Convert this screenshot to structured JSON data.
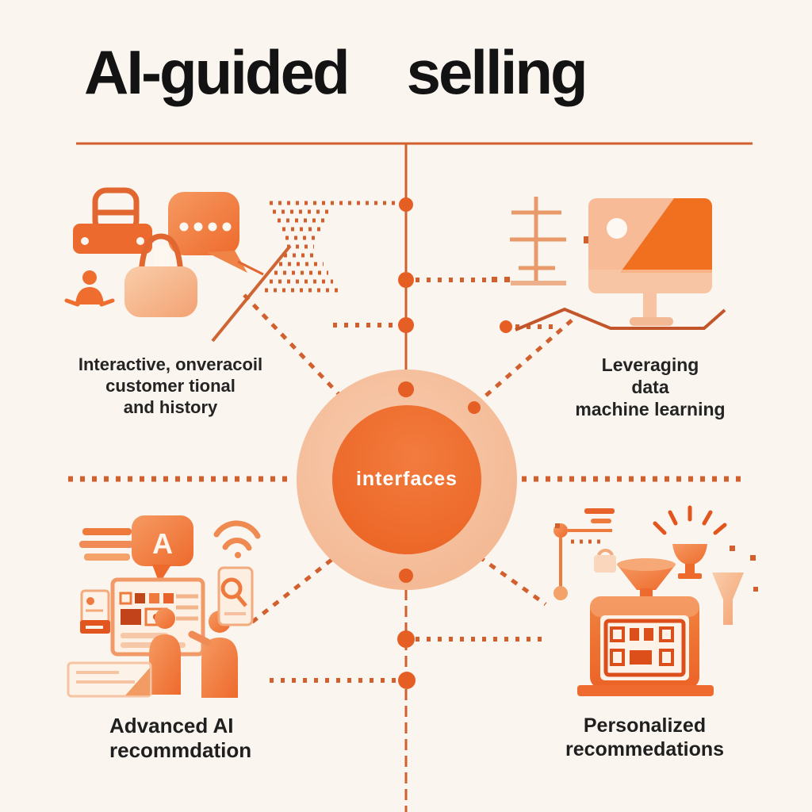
{
  "title": {
    "word1": "AI-guided",
    "word2": "selling"
  },
  "hub": {
    "label": "interfaces"
  },
  "quadrants": {
    "top_left": {
      "lines": [
        "Interactive, onveracoil",
        "customer tional",
        "and history"
      ],
      "icons": [
        "briefcase-icon",
        "chat-bubble-icon",
        "person-icon",
        "shopping-bag-icon",
        "halftone-pattern"
      ]
    },
    "top_right": {
      "lines": [
        "Leveraging",
        "data",
        "machine learning"
      ],
      "icons": [
        "hierarchy-icon",
        "monitor-icon"
      ]
    },
    "bottom_left": {
      "lines": [
        "Advanced AI",
        "recommdation"
      ],
      "bubble_letter": "A",
      "icons": [
        "speech-bubble-a-icon",
        "wifi-icon",
        "dashboard-screen-icon",
        "people-icon",
        "magnifier-document-icon"
      ]
    },
    "bottom_right": {
      "lines": [
        "Personalized",
        "recommedations"
      ],
      "icons": [
        "network-nodes-icon",
        "trophy-icon",
        "funnel-machine-icon",
        "filter-icon"
      ]
    }
  },
  "colors": {
    "background": "#faf5ee",
    "accent": "#ed6a2e",
    "accent_dark": "#d94e19",
    "accent_light": "#f6bd98",
    "connector": "#d2602e",
    "node": "#e55e24",
    "title_text": "#131313",
    "label_text": "#242424",
    "hub_text": "#ffffff"
  }
}
